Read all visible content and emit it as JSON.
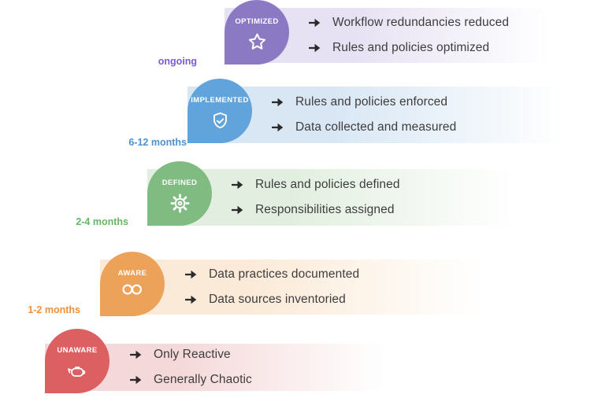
{
  "diagram": {
    "type": "maturity-staircase",
    "theme": {
      "background": "#ffffff",
      "text_color": "#3d3d3d",
      "arrow_color": "#2b2b2b",
      "icon_color": "#ffffff",
      "arrow_glyph": "→"
    },
    "levels": [
      {
        "name": "OPTIMIZED",
        "timeline": "ongoing",
        "icon": "star-icon",
        "colors": {
          "circle": "#8c79c4",
          "bar": "#e6e1f3",
          "timeline": "#7a5bd0"
        },
        "bullets": [
          "Workflow redundancies reduced",
          "Rules and policies optimized"
        ]
      },
      {
        "name": "IMPLEMENTED",
        "timeline": "6-12 months",
        "icon": "shield-check-icon",
        "colors": {
          "circle": "#61a4db",
          "bar": "#d9e7f5",
          "timeline": "#4a90d2"
        },
        "bullets": [
          "Rules and policies enforced",
          "Data collected and measured"
        ]
      },
      {
        "name": "DEFINED",
        "timeline": "2-4 months",
        "icon": "gear-icon",
        "colors": {
          "circle": "#80bc81",
          "bar": "#e2efe0",
          "timeline": "#67b567"
        },
        "bullets": [
          "Rules and policies defined",
          "Responsibilities assigned"
        ]
      },
      {
        "name": "AWARE",
        "timeline": "1-2 months",
        "icon": "glasses-icon",
        "colors": {
          "circle": "#eda25a",
          "bar": "#fbead7",
          "timeline": "#f08f3d"
        },
        "bullets": [
          "Data practices documented",
          "Data sources inventoried"
        ]
      },
      {
        "name": "UNAWARE",
        "timeline": "",
        "icon": "teapot-icon",
        "colors": {
          "circle": "#dc5f62",
          "bar": "#f5d8d9",
          "timeline": "#dc5f62"
        },
        "bullets": [
          "Only Reactive",
          "Generally Chaotic"
        ]
      }
    ]
  }
}
